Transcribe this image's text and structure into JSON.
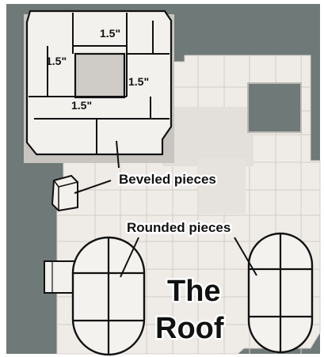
{
  "photo": {
    "background_color": "#6f7a78",
    "block_color": "#f1efec",
    "shadow_color": "#c9c6c1",
    "outline_color": "#111111"
  },
  "dimension_labels": [
    "1.5\"",
    "1.5\"",
    "1.5\"",
    "1.5\""
  ],
  "callouts": {
    "beveled": "Beveled pieces",
    "rounded": "Rounded pieces"
  },
  "title": {
    "line1": "The",
    "line2": "Roof"
  }
}
